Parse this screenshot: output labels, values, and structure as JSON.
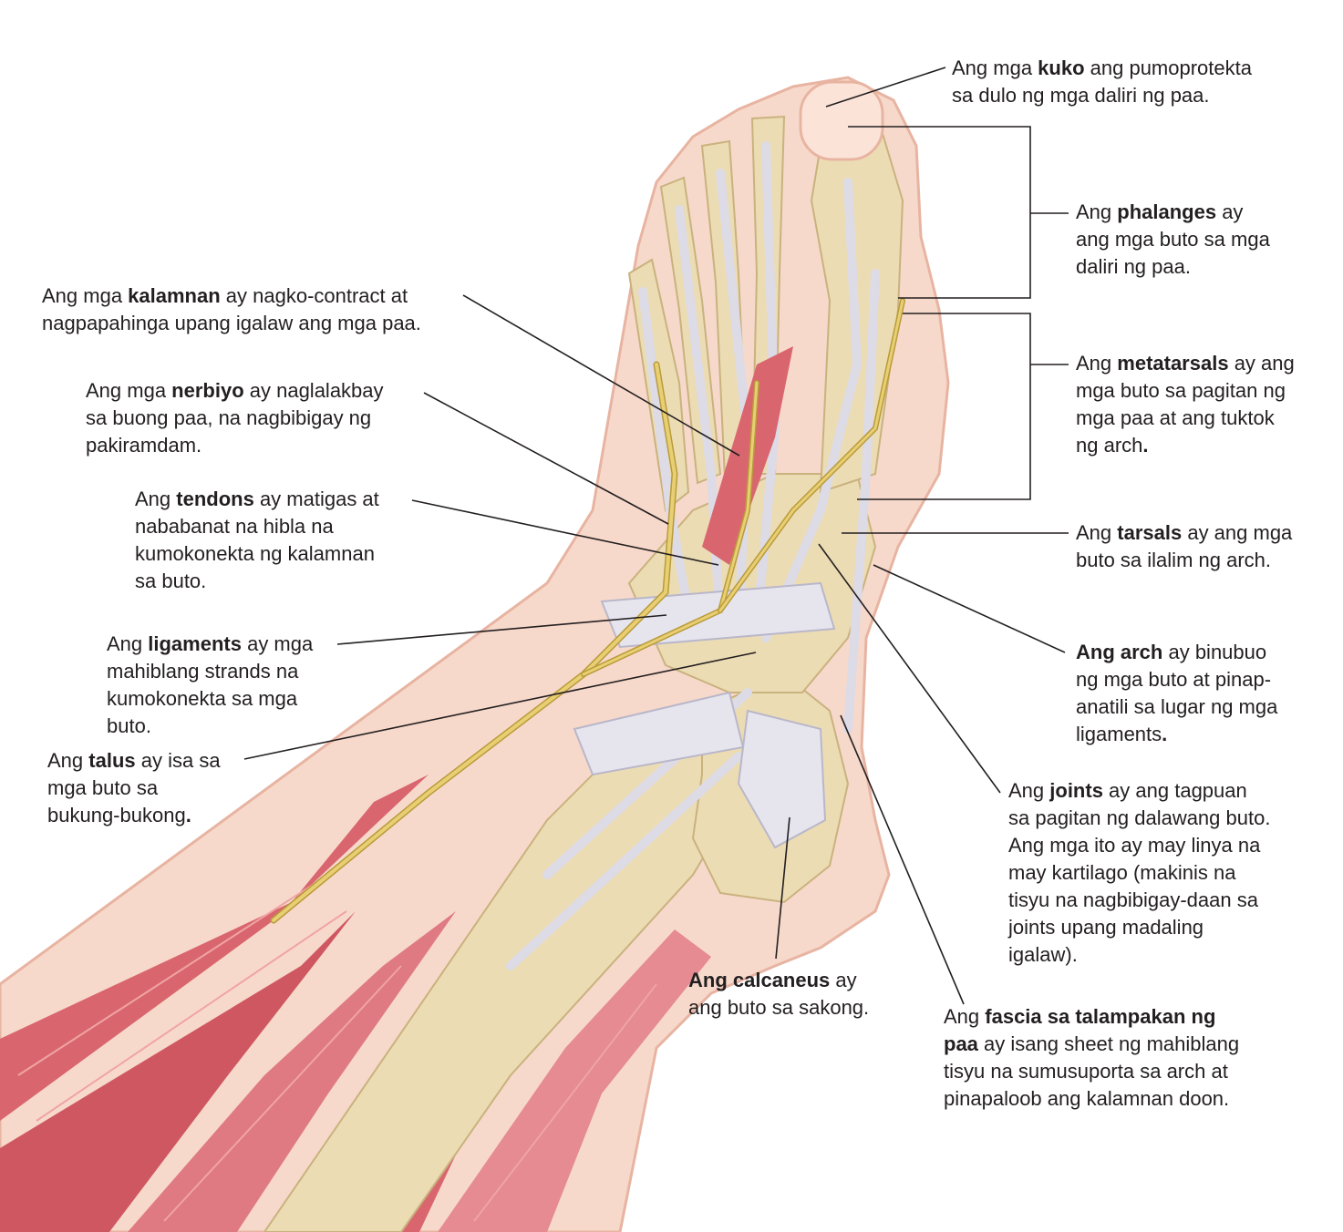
{
  "colors": {
    "skin": "#f7d9cb",
    "skin_edge": "#e8b4a2",
    "bone": "#ecdcb4",
    "bone_shadow": "#c9b27e",
    "tendon": "#dcdbe6",
    "tendon_line": "#b9b7c9",
    "nerve": "#e9cf74",
    "nerve_edge": "#b99b3a",
    "muscle": "#d9666f",
    "muscle_light": "#f0a4a4",
    "leader_line": "#231f20",
    "text": "#231f20"
  },
  "labels": {
    "kuko": {
      "lines": [
        [
          {
            "t": "Ang mga "
          },
          {
            "t": "kuko",
            "b": true
          },
          {
            "t": " ang pumoprotekta"
          }
        ],
        [
          {
            "t": "sa dulo ng mga daliri ng paa."
          }
        ]
      ]
    },
    "phalanges": {
      "lines": [
        [
          {
            "t": "Ang "
          },
          {
            "t": "phalanges",
            "b": true
          },
          {
            "t": " ay"
          }
        ],
        [
          {
            "t": "ang mga buto sa mga"
          }
        ],
        [
          {
            "t": "daliri ng paa."
          }
        ]
      ]
    },
    "metatarsals": {
      "lines": [
        [
          {
            "t": "Ang "
          },
          {
            "t": "metatarsals",
            "b": true
          },
          {
            "t": " ay ang"
          }
        ],
        [
          {
            "t": "mga buto sa pagitan ng"
          }
        ],
        [
          {
            "t": "mga paa at ang tuktok"
          }
        ],
        [
          {
            "t": "ng arch"
          },
          {
            "t": ".",
            "b": true
          }
        ]
      ]
    },
    "tarsals": {
      "lines": [
        [
          {
            "t": "Ang "
          },
          {
            "t": "tarsals",
            "b": true
          },
          {
            "t": " ay ang mga"
          }
        ],
        [
          {
            "t": "buto sa ilalim ng arch."
          }
        ]
      ]
    },
    "arch": {
      "lines": [
        [
          {
            "t": "Ang arch",
            "b": true
          },
          {
            "t": " ay binubuo"
          }
        ],
        [
          {
            "t": "ng mga buto at pinap-"
          }
        ],
        [
          {
            "t": "anatili sa lugar ng mga"
          }
        ],
        [
          {
            "t": "ligaments"
          },
          {
            "t": ".",
            "b": true
          }
        ]
      ]
    },
    "joints": {
      "lines": [
        [
          {
            "t": "Ang "
          },
          {
            "t": "joints",
            "b": true
          },
          {
            "t": " ay ang tagpuan"
          }
        ],
        [
          {
            "t": "sa pagitan ng dalawang buto."
          }
        ],
        [
          {
            "t": "Ang mga ito ay may linya na"
          }
        ],
        [
          {
            "t": "may kartilago (makinis na"
          }
        ],
        [
          {
            "t": "tisyu na nagbibigay-daan sa"
          }
        ],
        [
          {
            "t": "joints upang madaling"
          }
        ],
        [
          {
            "t": "igalaw)."
          }
        ]
      ]
    },
    "fascia": {
      "lines": [
        [
          {
            "t": "Ang "
          },
          {
            "t": "fascia sa talampakan ng",
            "b": true
          }
        ],
        [
          {
            "t": "paa",
            "b": true
          },
          {
            "t": " ay isang sheet ng mahiblang"
          }
        ],
        [
          {
            "t": "tisyu na sumusuporta sa arch at"
          }
        ],
        [
          {
            "t": "pinapaloob ang kalamnan doon."
          }
        ]
      ]
    },
    "calcaneus": {
      "lines": [
        [
          {
            "t": "Ang calcaneus",
            "b": true
          },
          {
            "t": " ay"
          }
        ],
        [
          {
            "t": "ang buto sa sakong."
          }
        ]
      ]
    },
    "kalamnan": {
      "lines": [
        [
          {
            "t": "Ang mga "
          },
          {
            "t": "kalamnan",
            "b": true
          },
          {
            "t": " ay nagko-contract at"
          }
        ],
        [
          {
            "t": "nagpapahinga upang igalaw ang mga paa."
          }
        ]
      ]
    },
    "nerbiyo": {
      "lines": [
        [
          {
            "t": "Ang mga "
          },
          {
            "t": "nerbiyo",
            "b": true
          },
          {
            "t": " ay naglalakbay"
          }
        ],
        [
          {
            "t": "sa buong paa, na nagbibigay ng"
          }
        ],
        [
          {
            "t": "pakiramdam."
          }
        ]
      ]
    },
    "tendons": {
      "lines": [
        [
          {
            "t": "Ang "
          },
          {
            "t": "tendons",
            "b": true
          },
          {
            "t": " ay matigas at"
          }
        ],
        [
          {
            "t": "nababanat na hibla na"
          }
        ],
        [
          {
            "t": "kumokonekta ng kalamnan"
          }
        ],
        [
          {
            "t": "sa buto."
          }
        ]
      ]
    },
    "ligaments": {
      "lines": [
        [
          {
            "t": "Ang "
          },
          {
            "t": "ligaments",
            "b": true
          },
          {
            "t": " ay mga"
          }
        ],
        [
          {
            "t": "mahiblang strands na"
          }
        ],
        [
          {
            "t": "kumokonekta sa mga"
          }
        ],
        [
          {
            "t": "buto."
          }
        ]
      ]
    },
    "talus": {
      "lines": [
        [
          {
            "t": "Ang "
          },
          {
            "t": "talus",
            "b": true
          },
          {
            "t": " ay isa sa"
          }
        ],
        [
          {
            "t": "mga buto sa"
          }
        ],
        [
          {
            "t": "bukung-bukong"
          },
          {
            "t": ".",
            "b": true
          }
        ]
      ]
    }
  }
}
